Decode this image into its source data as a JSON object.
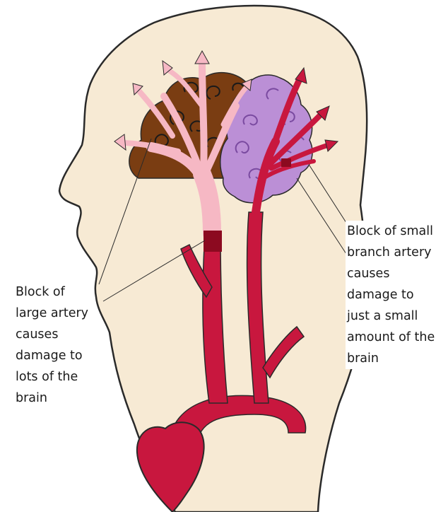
{
  "labels": {
    "large_artery": [
      "Block of",
      "large artery",
      "causes",
      "damage to",
      "lots of the",
      "brain"
    ],
    "small_artery": [
      "Block of small",
      "branch artery",
      "causes",
      "damage to",
      "just a small",
      "amount of the",
      "brain"
    ]
  },
  "colors": {
    "skin": "#f7ead4",
    "outline": "#2a2a2a",
    "brain_back": "#7a3d12",
    "brain_front": "#bb8fd6",
    "pale_artery": "#f6b8c4",
    "artery": "#c8173e",
    "blockage": "#8c0a20"
  }
}
